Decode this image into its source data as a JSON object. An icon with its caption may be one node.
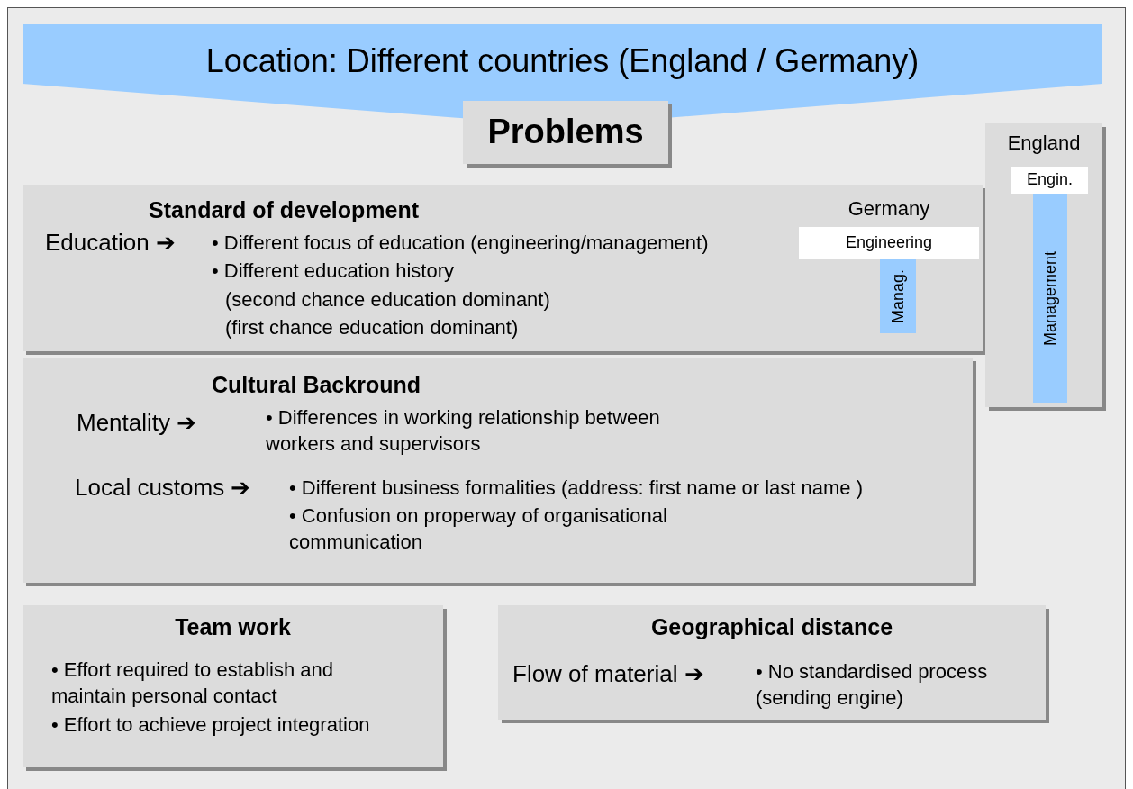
{
  "diagram": {
    "nodes": [
      {
        "text": [
          "Location: Different countries (England / Germany)"
        ]
      },
      {
        "text": [
          "Problems"
        ]
      },
      {
        "text": [
          "Standard of development",
          "Education ➔",
          "• Different focus of education (engineering/management)",
          "• Different education history",
          "(second chance education dominant)",
          "(first chance education dominant)"
        ]
      },
      {
        "text": [
          "Germany"
        ],
        "in": 2
      },
      {
        "text": [
          "Engineering"
        ],
        "in": 3
      },
      {
        "text": [
          "Manag."
        ],
        "in": 3
      },
      {
        "text": [
          "England"
        ]
      },
      {
        "text": [
          "Engin."
        ],
        "in": 6
      },
      {
        "text": [
          "Management"
        ],
        "in": 6
      },
      {
        "text": [
          "Cultural Backround",
          "Mentality ➔",
          "• Differences in working relationship between workers and supervisors",
          "Local customs ➔",
          "• Different business formalities (address: first name or last name )",
          "• Confusion on properway of organisational communication"
        ]
      },
      {
        "text": [
          "Team work",
          "• Effort required to establish and maintain personal contact",
          "• Effort to achieve project integration"
        ]
      },
      {
        "text": [
          "Geographical distance",
          "Flow of material ➔",
          "• No standardised process (sending engine)"
        ]
      }
    ],
    "edges": []
  }
}
